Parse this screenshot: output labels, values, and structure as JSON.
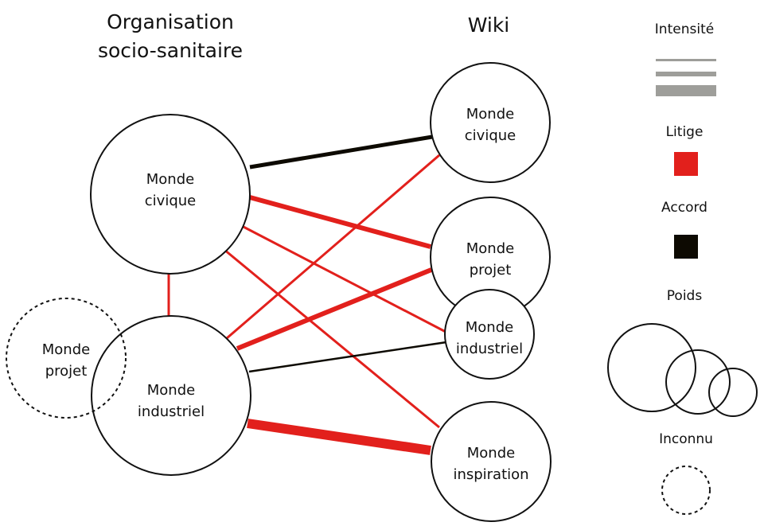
{
  "colors": {
    "litige": "#e2201c",
    "accord": "#0d0a02",
    "intensity_gray": "#9e9e9a",
    "node_stroke": "#111111"
  },
  "groups": {
    "left_title_line1": "Organisation",
    "left_title_line2": "socio-sanitaire",
    "right_title": "Wiki"
  },
  "nodes": [
    {
      "id": "org-civique",
      "group": "left",
      "line1": "Monde",
      "line2": "civique",
      "weight": "large",
      "known": true
    },
    {
      "id": "org-industriel",
      "group": "left",
      "line1": "Monde",
      "line2": "industriel",
      "weight": "large",
      "known": true
    },
    {
      "id": "org-projet",
      "group": "left",
      "line1": "Monde",
      "line2": "projet",
      "weight": "medium",
      "known": false
    },
    {
      "id": "wiki-civique",
      "group": "right",
      "line1": "Monde",
      "line2": "civique",
      "weight": "medium",
      "known": true
    },
    {
      "id": "wiki-projet",
      "group": "right",
      "line1": "Monde",
      "line2": "projet",
      "weight": "medium",
      "known": true
    },
    {
      "id": "wiki-industriel",
      "group": "right",
      "line1": "Monde",
      "line2": "industriel",
      "weight": "small",
      "known": true
    },
    {
      "id": "wiki-inspiration",
      "group": "right",
      "line1": "Monde",
      "line2": "inspiration",
      "weight": "medium",
      "known": true
    }
  ],
  "links": [
    {
      "from": "org-civique",
      "to": "wiki-civique",
      "type": "accord",
      "intensity": 2
    },
    {
      "from": "org-civique",
      "to": "wiki-projet",
      "type": "litige",
      "intensity": 2
    },
    {
      "from": "org-civique",
      "to": "wiki-industriel",
      "type": "litige",
      "intensity": 1
    },
    {
      "from": "org-civique",
      "to": "wiki-inspiration",
      "type": "litige",
      "intensity": 1
    },
    {
      "from": "org-civique",
      "to": "org-industriel",
      "type": "litige",
      "intensity": 1
    },
    {
      "from": "org-industriel",
      "to": "wiki-civique",
      "type": "litige",
      "intensity": 1
    },
    {
      "from": "org-industriel",
      "to": "wiki-projet",
      "type": "litige",
      "intensity": 2
    },
    {
      "from": "org-industriel",
      "to": "wiki-industriel",
      "type": "accord",
      "intensity": 1
    },
    {
      "from": "org-industriel",
      "to": "wiki-inspiration",
      "type": "litige",
      "intensity": 3
    }
  ],
  "legend": {
    "intensity_label": "Intensité",
    "intensity_levels": [
      1,
      2,
      3
    ],
    "litige_label": "Litige",
    "accord_label": "Accord",
    "weight_label": "Poids",
    "weight_levels": [
      "large",
      "medium",
      "small"
    ],
    "unknown_label": "Inconnu"
  }
}
